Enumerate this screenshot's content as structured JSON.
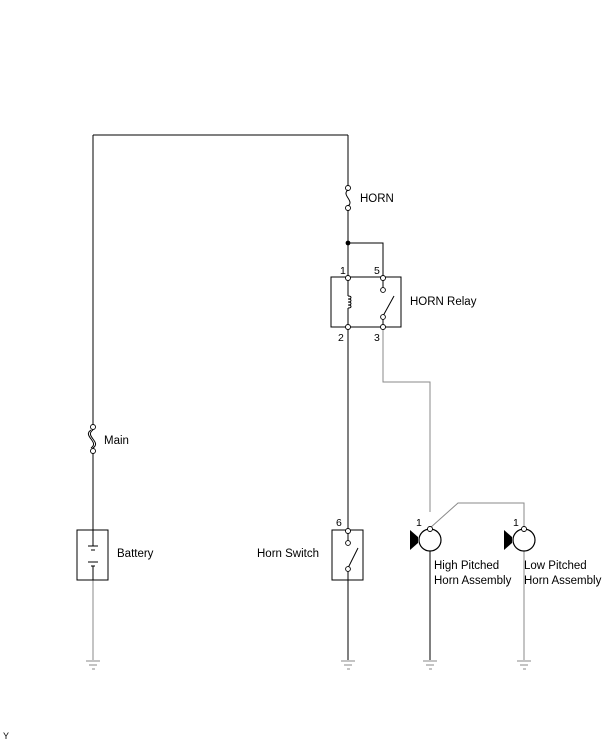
{
  "fuses": {
    "horn": "HORN",
    "main": "Main"
  },
  "relay": {
    "label": "HORN Relay",
    "pins": [
      "1",
      "5",
      "2",
      "3"
    ]
  },
  "battery": {
    "label": "Battery"
  },
  "horn_switch": {
    "label": "Horn Switch",
    "pin": "6"
  },
  "high_horn": {
    "line1": "High Pitched",
    "line2": "Horn Assembly",
    "pin": "1"
  },
  "low_horn": {
    "line1": "Low Pitched",
    "line2": "Horn Assembly",
    "pin": "1"
  },
  "corner_mark": "Y"
}
